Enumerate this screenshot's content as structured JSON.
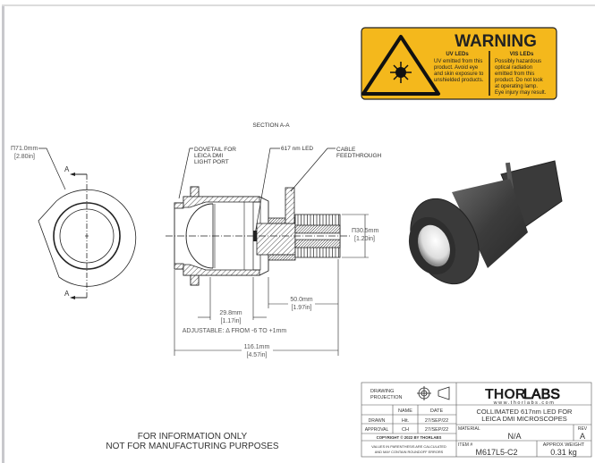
{
  "warning": {
    "title": "WARNING",
    "uv_heading": "UV LEDs",
    "uv_lines": [
      "UV emitted from this",
      "product. Avoid eye",
      "and skin exposure to",
      "unshielded products."
    ],
    "vis_heading": "VIS LEDs",
    "vis_lines": [
      "Possibly hazardous",
      "optical radiation",
      "emitted from this",
      "product. Do not look",
      "at operating lamp.",
      "Eye injury may result."
    ],
    "color": "#f4b81c"
  },
  "front_view": {
    "diameter": "Π71.0mm",
    "diameter_in": "[2.80in]",
    "section_marker": "A"
  },
  "section_view": {
    "title": "SECTION A-A",
    "callouts": {
      "dovetail": [
        "DOVETAIL FOR",
        "LEICA DMI",
        "LIGHT PORT"
      ],
      "led": "617 nm LED",
      "cable": [
        "CABLE",
        "FEEDTHROUGH"
      ]
    },
    "dims": {
      "heatsink_dia": "Π30.5mm",
      "heatsink_dia_in": "[1.20in]",
      "d1": "29.8mm",
      "d1_in": "[1.17in]",
      "adjustable": "ADJUSTABLE: Δ FROM -6 TO +1mm",
      "d2": "50.0mm",
      "d2_in": "[1.97in]",
      "total": "116.1mm",
      "total_in": "[4.57in]"
    }
  },
  "notice": [
    "FOR INFORMATION ONLY",
    "NOT FOR MANUFACTURING PURPOSES"
  ],
  "title_block": {
    "drawing_projection": [
      "DRAWING",
      "PROJECTION"
    ],
    "col_name": "NAME",
    "col_date": "DATE",
    "drawn_label": "DRAWN",
    "drawn_name": "Hit.",
    "drawn_date": "27/SEP/22",
    "approval_label": "APPROVAL",
    "approval_name": "CH",
    "approval_date": "27/SEP/22",
    "copyright": "COPYRIGHT © 2022 BY THORLABS",
    "values_note": [
      "VALUES IN PARENTHESIS ARE CALCULATED",
      "AND MAY CONTAIN ROUNDOFF ERRORS"
    ],
    "logo_thor": "THOR",
    "logo_labs": "LABS",
    "website": "www.thorlabs.com",
    "title_lines": [
      "COLLIMATED 617nm LED FOR",
      "LEICA DMI MICROSCOPES"
    ],
    "material_label": "MATERIAL",
    "material": "N/A",
    "rev_label": "REV",
    "rev": "A",
    "item_label": "ITEM #",
    "item": "M617L5-C2",
    "weight_label": "APPROX WEIGHT",
    "weight": "0.31 kg"
  }
}
